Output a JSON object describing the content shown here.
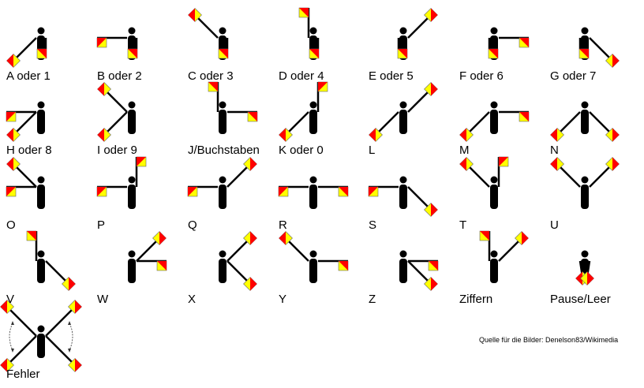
{
  "colors": {
    "flag_red": "#ff0000",
    "flag_yellow": "#ffff00",
    "figure": "#000000"
  },
  "signals": [
    {
      "label": "A oder 1",
      "arms": [
        "DL",
        "D"
      ]
    },
    {
      "label": "B oder 2",
      "arms": [
        "L",
        "D"
      ]
    },
    {
      "label": "C oder 3",
      "arms": [
        "UL",
        "D"
      ]
    },
    {
      "label": "D oder 4",
      "arms": [
        "U",
        "D"
      ]
    },
    {
      "label": "E oder 5",
      "arms": [
        "D",
        "UR"
      ]
    },
    {
      "label": "F oder 6",
      "arms": [
        "D",
        "R"
      ]
    },
    {
      "label": "G oder 7",
      "arms": [
        "D",
        "DR"
      ]
    },
    {
      "label": "H oder 8",
      "arms": [
        "L",
        "DL"
      ]
    },
    {
      "label": "I oder 9",
      "arms": [
        "UL",
        "DL"
      ]
    },
    {
      "label": "J/Buchstaben",
      "arms": [
        "U",
        "R"
      ]
    },
    {
      "label": "K oder 0",
      "arms": [
        "DL",
        "U"
      ]
    },
    {
      "label": "L",
      "arms": [
        "DL",
        "UR"
      ]
    },
    {
      "label": "M",
      "arms": [
        "DL",
        "R"
      ]
    },
    {
      "label": "N",
      "arms": [
        "DL",
        "DR"
      ]
    },
    {
      "label": "O",
      "arms": [
        "L",
        "UL"
      ]
    },
    {
      "label": "P",
      "arms": [
        "L",
        "U"
      ]
    },
    {
      "label": "Q",
      "arms": [
        "L",
        "UR"
      ]
    },
    {
      "label": "R",
      "arms": [
        "L",
        "R"
      ]
    },
    {
      "label": "S",
      "arms": [
        "L",
        "DR"
      ]
    },
    {
      "label": "T",
      "arms": [
        "UL",
        "U"
      ]
    },
    {
      "label": "U",
      "arms": [
        "UL",
        "UR"
      ]
    },
    {
      "label": "V",
      "arms": [
        "U",
        "DR"
      ]
    },
    {
      "label": "W",
      "arms": [
        "UR",
        "R"
      ]
    },
    {
      "label": "X",
      "arms": [
        "UR",
        "DR"
      ]
    },
    {
      "label": "Y",
      "arms": [
        "UL",
        "R"
      ]
    },
    {
      "label": "Z",
      "arms": [
        "R",
        "DR"
      ]
    },
    {
      "label": "Ziffern",
      "arms": [
        "U",
        "UR"
      ]
    },
    {
      "label": "Pause/Leer",
      "arms": [
        "D",
        "D"
      ],
      "crossed": true
    },
    {
      "label": "Fehler",
      "arms": [
        "UL",
        "UR",
        "DL",
        "DR"
      ],
      "waving": true
    }
  ],
  "source": "Quelle für die Bilder: Denelson83/Wikimedia"
}
